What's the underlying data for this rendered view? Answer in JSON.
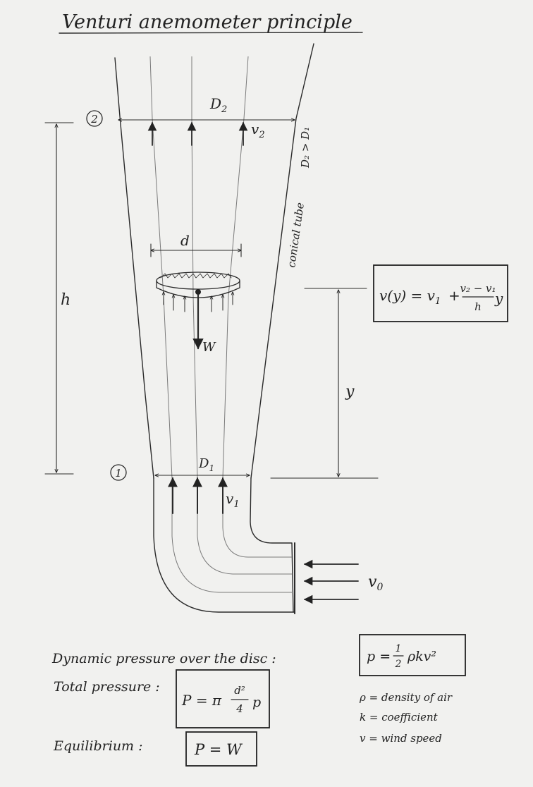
{
  "title": "Venturi anemometer principle",
  "labels": {
    "section2": "2",
    "section1": "1",
    "D2": "D",
    "D2_sub": "2",
    "D1": "D",
    "D1_sub": "1",
    "v2": "v",
    "v2_sub": "2",
    "v1": "v",
    "v1_sub": "1",
    "v0": "v",
    "v0_sub": "0",
    "d": "d",
    "h": "h",
    "y": "y",
    "W": "W",
    "conical_tube": "conical tube",
    "d2_gt_d1": "D₂ > D₁"
  },
  "velocity_formula": {
    "lhs": "v(y) = v",
    "lhs_sub": "1",
    "plus": "+",
    "numerator": "v₂ − v₁",
    "denominator": "h",
    "tail": "y"
  },
  "text": {
    "dynamic_label": "Dynamic pressure over the disc :",
    "total_label": "Total pressure :",
    "equilibrium_label": "Equilibrium :"
  },
  "formulas": {
    "dynamic_lhs": "p =",
    "dynamic_frac_num": "1",
    "dynamic_frac_den": "2",
    "dynamic_rhs": "ρkv²",
    "total_lhs": "P = π",
    "total_frac_num": "d²",
    "total_frac_den": "4",
    "total_rhs": "p",
    "equilibrium": "P = W"
  },
  "legend": [
    "ρ = density of air",
    "k = coefficient",
    "v = wind speed"
  ]
}
